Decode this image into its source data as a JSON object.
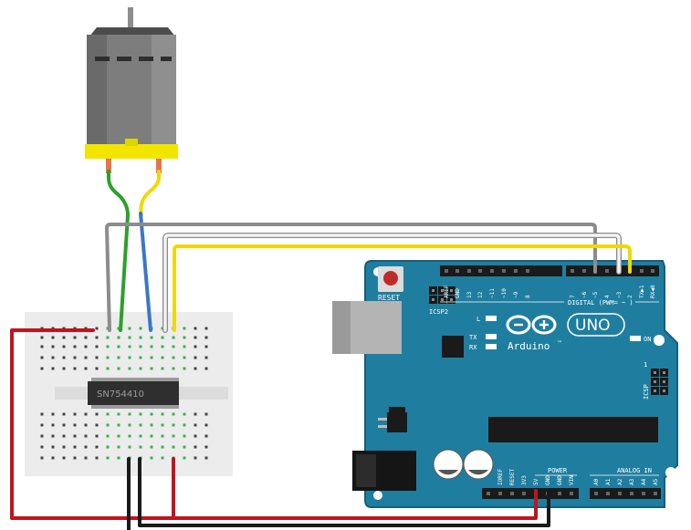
{
  "components": {
    "motor": {
      "name": "DC motor"
    },
    "breadboard": {
      "name": "Mini breadboard"
    },
    "driver_chip": {
      "label": "SN754410"
    },
    "arduino": {
      "reset_label": "RESET",
      "icsp2_label": "ICSP2",
      "icsp_label": "ICSP",
      "brand_label": "Arduino",
      "tm_label": "™",
      "model_label": "UNO",
      "digital_label": "DIGITAL (PWM= ~ )",
      "power_label": "POWER",
      "analog_label": "ANALOG IN",
      "led_l_label": "L",
      "led_tx_label": "TX",
      "led_rx_label": "RX",
      "on_label": "ON",
      "one_label": "1",
      "digital_pins": [
        "AREF",
        "GND",
        "13",
        "12",
        "~11",
        "~10",
        "~9",
        "8",
        "7",
        "~6",
        "~5",
        "4",
        "~3",
        "2",
        "TX▶1",
        "RX◀0"
      ],
      "power_pins": [
        "IOREF",
        "RESET",
        "3V3",
        "5V",
        "GND",
        "GND",
        "VIN"
      ],
      "analog_pins": [
        "A0",
        "A1",
        "A2",
        "A3",
        "A4",
        "A5"
      ]
    }
  },
  "colors": {
    "board": "#1f7ea0",
    "board_edge": "#145f79",
    "wire_red": "#c0141e",
    "wire_black": "#1a1a1a",
    "wire_green": "#2ca02c",
    "wire_blue": "#3a78c8",
    "wire_yellow": "#f0d800",
    "wire_gray": "#8c8c8c",
    "wire_white": "#f4f4f4",
    "motor_body": "#7d7d7d",
    "motor_base": "#f2e600"
  }
}
